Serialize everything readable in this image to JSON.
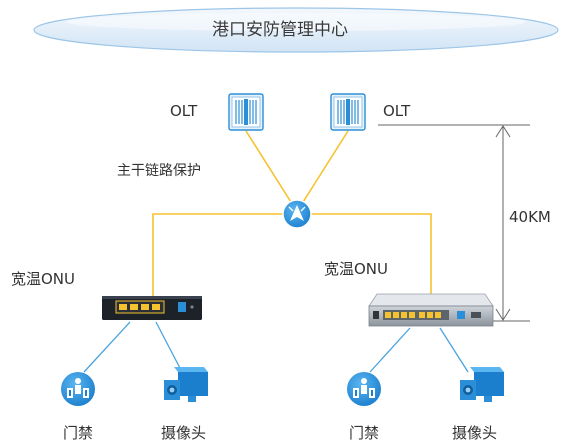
{
  "cloud": {
    "title": "港口安防管理中心"
  },
  "olt_left": {
    "label": "OLT"
  },
  "olt_right": {
    "label": "OLT"
  },
  "trunk": {
    "label": "主干链路保护"
  },
  "distance": {
    "label": "40KM"
  },
  "onu_left": {
    "label": "宽温ONU"
  },
  "onu_right": {
    "label": "宽温ONU"
  },
  "endpoints": {
    "left_access": "门禁",
    "left_camera": "摄像头",
    "right_access": "门禁",
    "right_camera": "摄像头"
  },
  "colors": {
    "fiber": "#f6c22e",
    "link": "#4aa3df",
    "cloud_fill": "#dcebf8",
    "cloud_edge": "#9cc5e8",
    "device_blue": "#2a8fd6",
    "dimension": "#666666"
  },
  "icons": {
    "olt": "olt-rack-icon",
    "splitter": "optical-splitter-icon",
    "onu_left": "onu-compact-icon",
    "onu_right": "onu-rack-icon",
    "access": "door-access-icon",
    "camera": "camera-icon"
  }
}
